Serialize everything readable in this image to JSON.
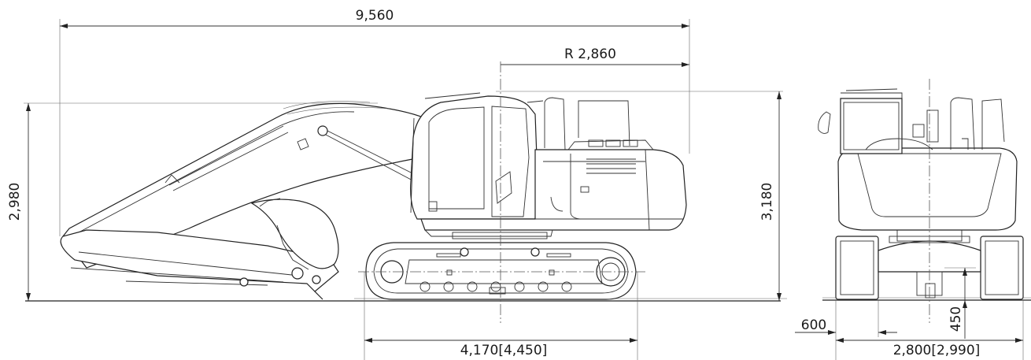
{
  "dimensions": {
    "overall_length": "9,560",
    "tail_swing_radius": "R 2,860",
    "boom_height": "2,980",
    "cab_height": "3,180",
    "track_length": "4,170[4,450]",
    "track_shoe_width": "600",
    "ground_clearance": "450",
    "overall_width": "2,800[2,990]"
  }
}
